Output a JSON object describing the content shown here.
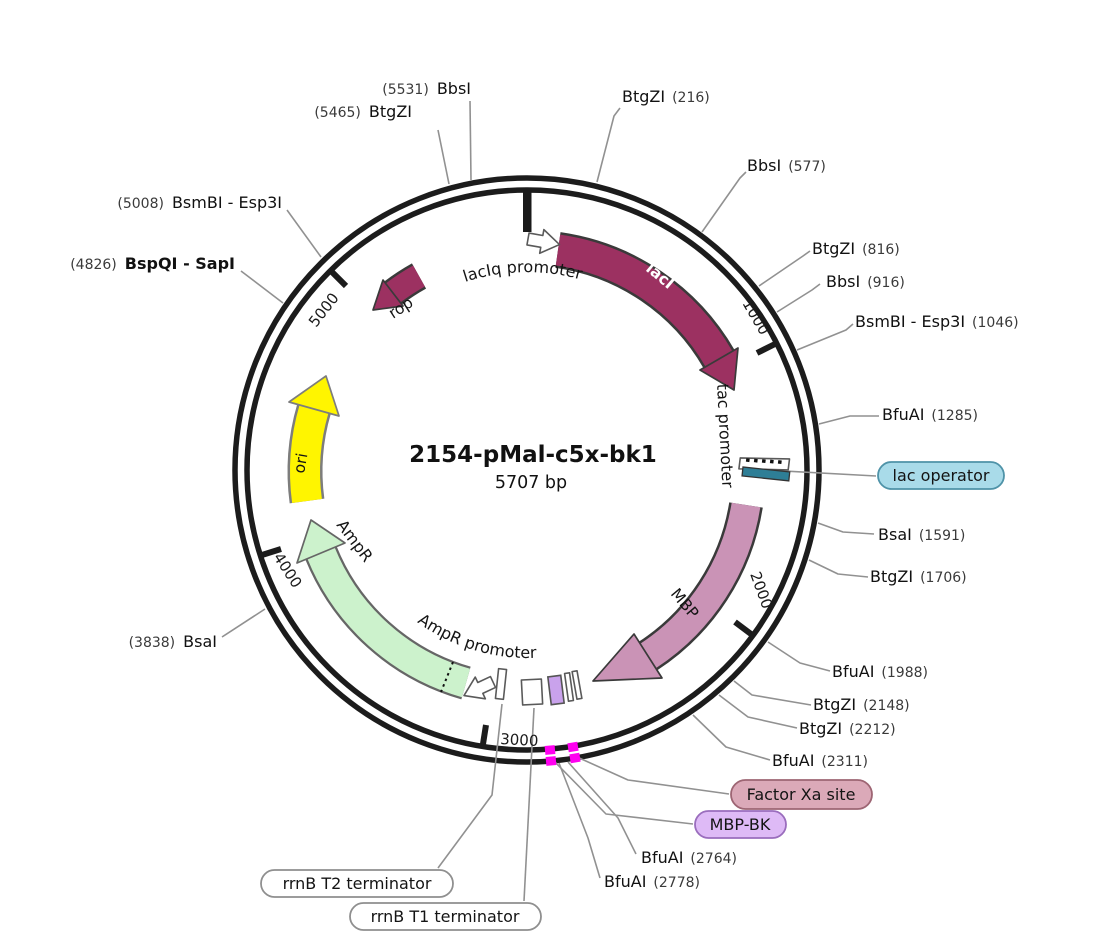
{
  "title": {
    "name": "2154-pMal-c5x-bk1",
    "size": "5707 bp"
  },
  "ticks": [
    "1000",
    "2000",
    "3000",
    "4000",
    "5000"
  ],
  "features": {
    "laci": "lacI",
    "laciq_promoter": "lacIq promoter",
    "rop": "rop",
    "tac_promoter": "tac promoter",
    "mbp": "MBP",
    "ampr": "AmpR",
    "ampr_promoter": "AmpR promoter",
    "ori": "ori"
  },
  "pills": {
    "lac_operator": "lac operator",
    "factor_xa_site": "Factor Xa site",
    "mbp_bk": "MBP-BK",
    "rrnb_t2": "rrnB T2 terminator",
    "rrnb_t1": "rrnB T1 terminator"
  },
  "sites": [
    {
      "name": "BtgZI",
      "pos": "(216)"
    },
    {
      "name": "BbsI",
      "pos": "(577)"
    },
    {
      "name": "BtgZI",
      "pos": "(816)"
    },
    {
      "name": "BbsI",
      "pos": "(916)"
    },
    {
      "name": "BsmBI - Esp3I",
      "pos": "(1046)"
    },
    {
      "name": "BfuAI",
      "pos": "(1285)"
    },
    {
      "name": "BsaI",
      "pos": "(1591)"
    },
    {
      "name": "BtgZI",
      "pos": "(1706)"
    },
    {
      "name": "BfuAI",
      "pos": "(1988)"
    },
    {
      "name": "BtgZI",
      "pos": "(2148)"
    },
    {
      "name": "BtgZI",
      "pos": "(2212)"
    },
    {
      "name": "BfuAI",
      "pos": "(2311)"
    },
    {
      "name": "BfuAI",
      "pos": "(2764)"
    },
    {
      "name": "BfuAI",
      "pos": "(2778)"
    },
    {
      "name": "BsaI",
      "pos": "(3838)"
    },
    {
      "name": "BspQI - SapI",
      "pos": "(4826)"
    },
    {
      "name": "BsmBI - Esp3I",
      "pos": "(5008)"
    },
    {
      "name": "BtgZI",
      "pos": "(5465)"
    },
    {
      "name": "BbsI",
      "pos": "(5531)"
    }
  ],
  "colors": {
    "backbone": "#1c1c1c",
    "laci": "#9c3161",
    "mbp": "#ca93b6",
    "ampr": "#ccf2cc",
    "ori": "#fff500",
    "rop": "#9c3161",
    "lac_operator_bar": "#2e7e96",
    "magenta_site": "#ff00f0",
    "mbp_bk_box": "#c9a2ec",
    "white_feature": "#ffffff",
    "pill_lac_operator": "#a9dbe9",
    "pill_factor_xa": "#dba9b8",
    "pill_mbp_bk": "#debaf6",
    "pill_terminator": "#ffffff",
    "leader": "#919191"
  }
}
